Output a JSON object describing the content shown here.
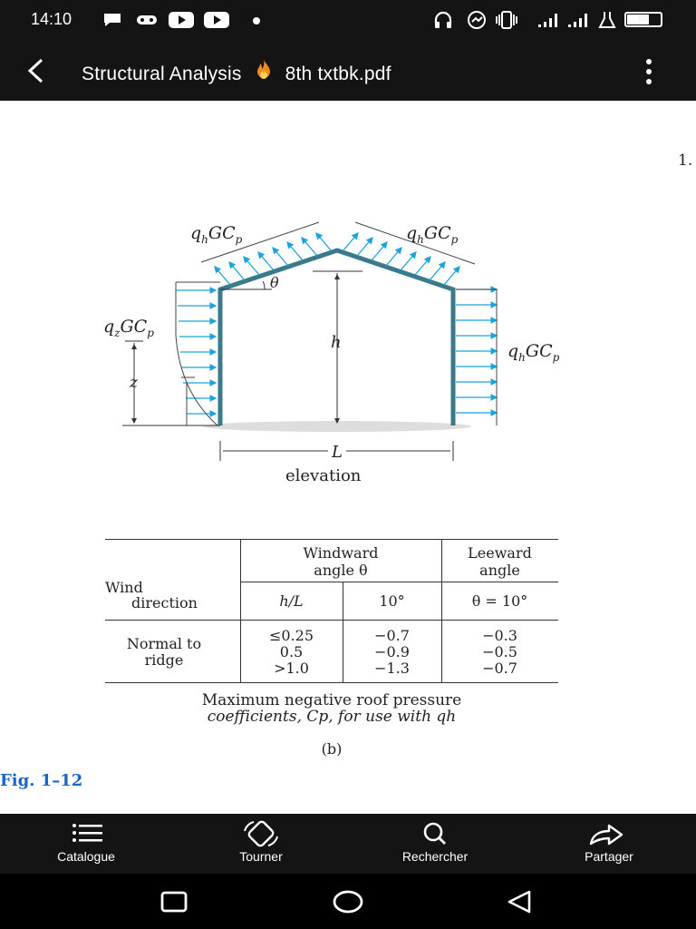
{
  "status_bar": {
    "time": "14:10",
    "battery": "66",
    "icons": [
      "chat-bubble-icon",
      "gamepad-icon",
      "youtube-icon",
      "youtube-icon",
      "dot-icon",
      "headset-icon",
      "messenger-icon",
      "vibrate-icon",
      "signal-icon",
      "signal-icon",
      "lab-flask-icon",
      "battery-icon"
    ]
  },
  "app_bar": {
    "title_part1": "Structural Analysis",
    "title_part2": "8th txtbk.pdf",
    "emoji": "fire-icon"
  },
  "document": {
    "page_number_fragment": "1.",
    "figure": {
      "roof_load_left": "q",
      "roof_load_left_sub": "h",
      "roof_load_right": "q",
      "roof_load_right_sub": "h",
      "gc": "GC",
      "gc_sub": "p",
      "left_wall_load": "q",
      "left_wall_load_sub": "z",
      "right_wall_load": "q",
      "right_wall_load_sub": "h",
      "theta": "θ",
      "height": "h",
      "z": "z",
      "length": "L",
      "caption": "elevation"
    },
    "table": {
      "col_wind_direction_line1": "Wind",
      "col_wind_direction_line2": "direction",
      "windward_line1": "Windward",
      "windward_line2": "angle θ",
      "leeward_line1": "Leeward",
      "leeward_line2": "angle",
      "sub_h_over_l": "h/L",
      "sub_10deg": "10°",
      "sub_leeward": "θ = 10°",
      "row_label_line1": "Normal to",
      "row_label_line2": "ridge",
      "h_over_l_values": [
        "≤0.25",
        "0.5",
        ">1.0"
      ],
      "windward_values": [
        "−0.7",
        "−0.9",
        "−1.3"
      ],
      "leeward_values": [
        "−0.3",
        "−0.5",
        "−0.7"
      ],
      "caption_line1": "Maximum negative roof pressure",
      "caption_line2": "coefficients, Cp, for use with qh",
      "part_label": "(b)"
    },
    "fig_label": "Fig. 1–12",
    "colors": {
      "arrow": "#1aa3dc",
      "fig_label": "#1a66c8",
      "wall": "#3a7a8a"
    }
  },
  "bottom_nav": {
    "items": [
      {
        "label": "Catalogue",
        "icon": "list-icon"
      },
      {
        "label": "Tourner",
        "icon": "rotate-icon"
      },
      {
        "label": "Rechercher",
        "icon": "search-icon"
      },
      {
        "label": "Partager",
        "icon": "share-icon"
      }
    ]
  },
  "system_nav": {
    "buttons": [
      "recents-icon",
      "home-icon",
      "back-triangle-icon"
    ]
  }
}
